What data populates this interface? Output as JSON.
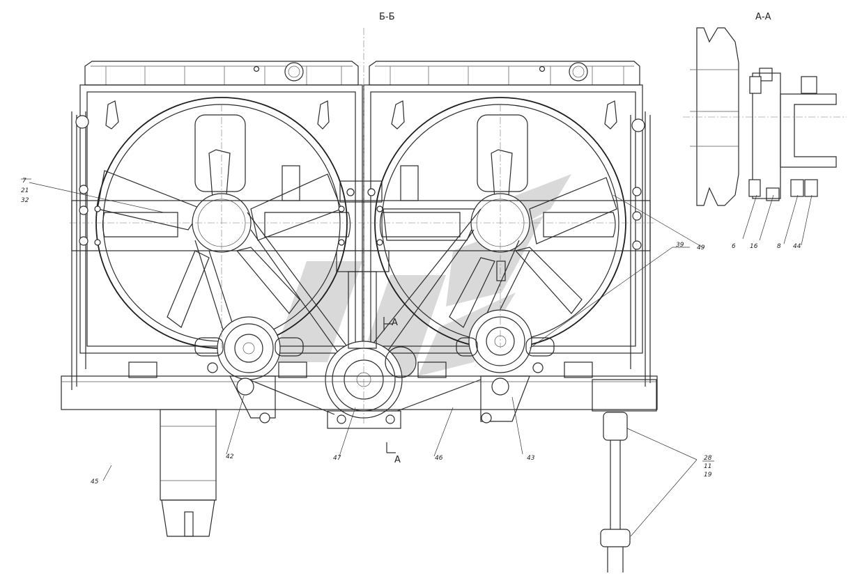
{
  "drawing": {
    "section_titles": {
      "bb": "Б-Б",
      "aa": "А-А"
    },
    "view_marks": {
      "top": "А",
      "bottom": "А"
    },
    "callouts": {
      "c7": "7",
      "c21": "21",
      "c32": "32",
      "c39": "39",
      "c49": "49",
      "c6": "6",
      "c16": "16",
      "c8": "8",
      "c44": "44",
      "c42": "42",
      "c45": "45",
      "c47": "47",
      "c46": "46",
      "c43": "43",
      "c28": "28",
      "c11": "11",
      "c19": "19"
    }
  }
}
